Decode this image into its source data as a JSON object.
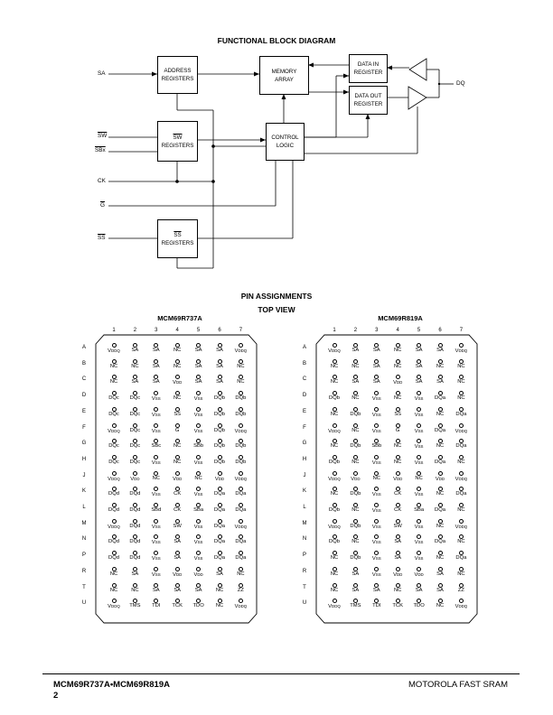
{
  "diagram": {
    "title": "FUNCTIONAL BLOCK DIAGRAM",
    "blocks": {
      "address": [
        "ADDRESS",
        "REGISTERS"
      ],
      "memory": [
        "MEMORY",
        "ARRAY"
      ],
      "data_in": [
        "DATA IN",
        "REGISTER"
      ],
      "data_out": [
        "DATA OUT",
        "REGISTER"
      ],
      "sw_reg_top": "SW",
      "sw_reg_bottom": "REGISTERS",
      "control": [
        "CONTROL",
        "LOGIC"
      ],
      "ss_reg_top": "SS",
      "ss_reg_bottom": "REGISTERS"
    },
    "signals": {
      "sa": "SA",
      "sw": "SW",
      "sbx": "SBx",
      "ck": "CK",
      "g": "G",
      "ss": "SS",
      "dq": "DQ"
    }
  },
  "pins": {
    "title": "PIN ASSIGNMENTS",
    "subtitle": "TOP VIEW",
    "rows": [
      "A",
      "B",
      "C",
      "D",
      "E",
      "F",
      "G",
      "H",
      "J",
      "K",
      "L",
      "M",
      "N",
      "P",
      "R",
      "T",
      "U"
    ],
    "cols": [
      "1",
      "2",
      "3",
      "4",
      "5",
      "6",
      "7"
    ],
    "left": {
      "name": "MCM69R737A",
      "grid": [
        [
          "VDDQ",
          "SA",
          "SA",
          "NC",
          "SA",
          "SA",
          "VDDQ"
        ],
        [
          "NC",
          "NC",
          "SA",
          "NC",
          "SA",
          "SA",
          "NC"
        ],
        [
          "NC",
          "SA",
          "SA",
          "VDD",
          "SA",
          "SA",
          "NC"
        ],
        [
          "DQc",
          "DQc",
          "VSS",
          "NC",
          "VSS",
          "DQb",
          "DQb"
        ],
        [
          "DQc",
          "DQc",
          "VSS",
          "SS",
          "VSS",
          "DQb",
          "DQb"
        ],
        [
          "VDDQ",
          "DQc",
          "VSS",
          "G",
          "VSS",
          "DQb",
          "VDDQ"
        ],
        [
          "DQc",
          "DQc",
          "SBc",
          "NC",
          "SBb",
          "DQb",
          "DQb"
        ],
        [
          "DQc",
          "DQc",
          "VSS",
          "NC",
          "VSS",
          "DQb",
          "DQb"
        ],
        [
          "VDDQ",
          "VDD",
          "NC",
          "VDD",
          "NC",
          "VDD",
          "VDDQ"
        ],
        [
          "DQd",
          "DQd",
          "VSS",
          "CK",
          "VSS",
          "DQa",
          "DQa"
        ],
        [
          "DQd",
          "DQd",
          "SBd",
          "CK",
          "SBa",
          "DQa",
          "DQa"
        ],
        [
          "VDDQ",
          "DQd",
          "VSS",
          "SW",
          "VSS",
          "DQa",
          "VDDQ"
        ],
        [
          "DQd",
          "DQd",
          "VSS",
          "SA",
          "VSS",
          "DQa",
          "DQa"
        ],
        [
          "DQd",
          "DQd",
          "VSS",
          "SA",
          "VSS",
          "DQa",
          "DQa"
        ],
        [
          "NC",
          "SA",
          "VSS",
          "VDD",
          "VDD",
          "SA",
          "NC"
        ],
        [
          "NC",
          "NC",
          "SA",
          "SA",
          "SA",
          "NC",
          "ZZ"
        ],
        [
          "VDDQ",
          "TMS",
          "TDI",
          "TCK",
          "TDO",
          "NC",
          "VDDQ"
        ]
      ]
    },
    "right": {
      "name": "MCM69R819A",
      "grid": [
        [
          "VDDQ",
          "SA",
          "SA",
          "NC",
          "SA",
          "SA",
          "VDDQ"
        ],
        [
          "NC",
          "NC",
          "SA",
          "NC",
          "SA",
          "NC",
          "NC"
        ],
        [
          "NC",
          "SA",
          "SA",
          "VDD",
          "SA",
          "SA",
          "NC"
        ],
        [
          "DQb",
          "NC",
          "VSS",
          "NC",
          "VSS",
          "DQa",
          "NC"
        ],
        [
          "NC",
          "DQb",
          "VSS",
          "SS",
          "VSS",
          "NC",
          "DQa"
        ],
        [
          "VDDQ",
          "NC",
          "VSS",
          "G",
          "VSS",
          "DQa",
          "VDDQ"
        ],
        [
          "NC",
          "DQb",
          "SBb",
          "NC",
          "VSS",
          "NC",
          "DQa"
        ],
        [
          "DQb",
          "NC",
          "VSS",
          "NC",
          "VSS",
          "DQa",
          "NC"
        ],
        [
          "VDDQ",
          "VDD",
          "NC",
          "VDD",
          "NC",
          "VDD",
          "VDDQ"
        ],
        [
          "NC",
          "DQb",
          "VSS",
          "CK",
          "VSS",
          "NC",
          "DQa"
        ],
        [
          "DQb",
          "NC",
          "VSS",
          "CK",
          "SBa",
          "DQa",
          "NC"
        ],
        [
          "VDDQ",
          "DQb",
          "VSS",
          "SW",
          "VSS",
          "NC",
          "VDDQ"
        ],
        [
          "DQb",
          "NC",
          "VSS",
          "SA",
          "VSS",
          "DQa",
          "NC"
        ],
        [
          "NC",
          "DQb",
          "VSS",
          "SA",
          "VSS",
          "NC",
          "DQa"
        ],
        [
          "NC",
          "SA",
          "VSS",
          "VDD",
          "VDD",
          "SA",
          "NC"
        ],
        [
          "NC",
          "SA",
          "SA",
          "NC",
          "SA",
          "SA",
          "ZZ"
        ],
        [
          "VDDQ",
          "TMS",
          "TDI",
          "TCK",
          "TDO",
          "NC",
          "VDDQ"
        ]
      ]
    }
  },
  "footer": {
    "part": "MCM69R737A•MCM69R819A",
    "page": "2",
    "company": "MOTOROLA FAST SRAM"
  }
}
